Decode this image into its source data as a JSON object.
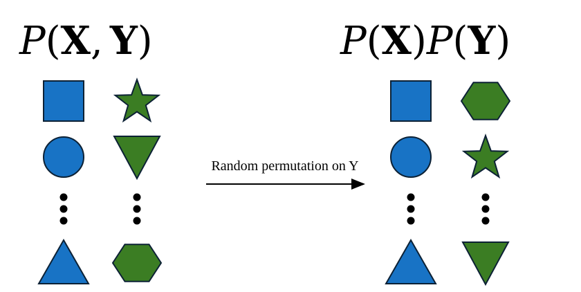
{
  "left_title": {
    "func": "P",
    "open": "(",
    "var1": "X",
    "sep": ",",
    "var2": "Y",
    "close": ")"
  },
  "right_title": {
    "func1": "P",
    "open1": "(",
    "var1": "X",
    "close1": ")",
    "func2": "P",
    "open2": "(",
    "var2": "Y",
    "close2": ")"
  },
  "arrow_label": "Random permutation on Y",
  "colors": {
    "x_shape_fill": "#1873c5",
    "y_shape_fill": "#3b7d23",
    "shape_stroke": "#0c2135",
    "ellipsis_dot": "#000000",
    "text": "#000000"
  },
  "left_columns": {
    "x": [
      "square",
      "circle",
      "ellipsis",
      "triangle-up"
    ],
    "y": [
      "star",
      "triangle-down",
      "ellipsis",
      "hexagon"
    ]
  },
  "right_columns": {
    "x": [
      "square",
      "circle",
      "ellipsis",
      "triangle-up"
    ],
    "y": [
      "hexagon",
      "star",
      "ellipsis",
      "triangle-down"
    ]
  }
}
